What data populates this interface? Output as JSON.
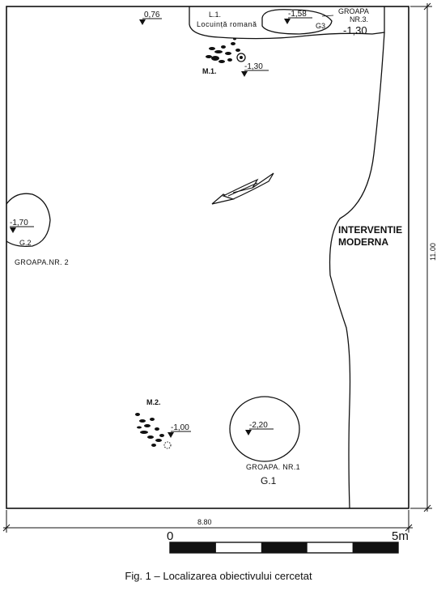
{
  "colors": {
    "ink": "#111111",
    "paper": "#ffffff"
  },
  "elevations": {
    "top_left": "0,76",
    "top_right": "-1,58",
    "m1": "-1,30",
    "g2": "-1,70",
    "m2": "-1,00",
    "g1": "-2,20"
  },
  "labels": {
    "l1_code": "L.1.",
    "l1_name": "Locuință romană",
    "g3_code": "G3",
    "groapa3_line1": "GROAPA",
    "groapa3_line2": "NR.3.",
    "groapa3_depth": "-1,30",
    "m1": "M.1.",
    "m2": "M.2.",
    "g2_code": "G.2",
    "groapa2_name": "GROAPA.NR. 2",
    "interventie_line1": "INTERVENTIE",
    "interventie_line2": "MODERNA",
    "groapa1_name": "GROAPA. NR.1",
    "g1_code": "G.1"
  },
  "dimensions": {
    "width": "8.80",
    "height": "11.00"
  },
  "scale": {
    "start": "0",
    "end": "5m"
  },
  "caption": "Fig. 1 – Localizarea obiectivului cercetat"
}
